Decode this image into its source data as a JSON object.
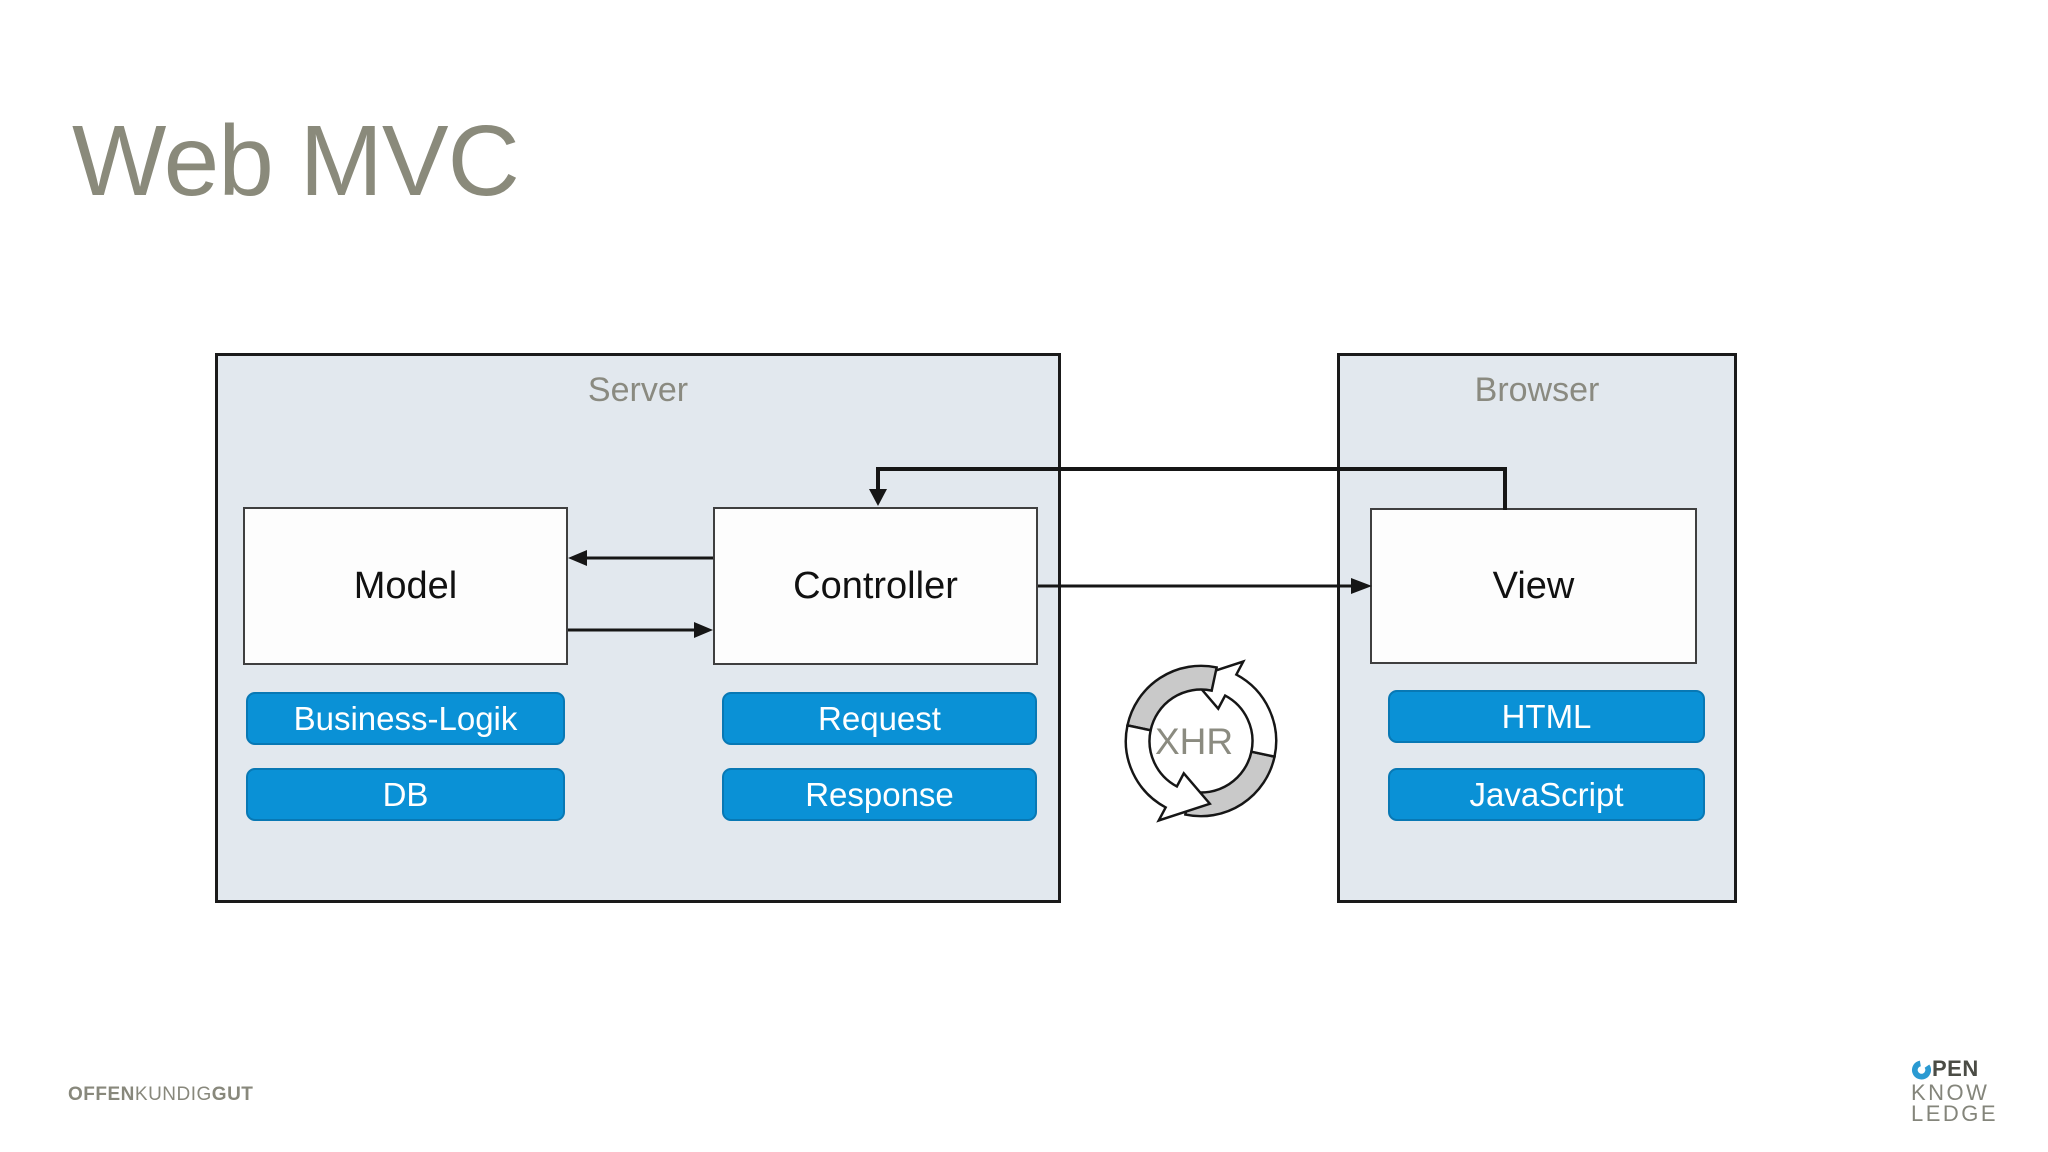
{
  "title": "Web MVC",
  "diagram": {
    "server": {
      "label": "Server",
      "model": {
        "label": "Model",
        "badges": [
          "Business-Logik",
          "DB"
        ]
      },
      "controller": {
        "label": "Controller",
        "badges": [
          "Request",
          "Response"
        ]
      }
    },
    "browser": {
      "label": "Browser",
      "view": {
        "label": "View",
        "badges": [
          "HTML",
          "JavaScript"
        ]
      }
    },
    "xhr_label": "XHR",
    "arrows": [
      "controller-to-model",
      "model-to-controller",
      "controller-to-view",
      "view-to-controller"
    ]
  },
  "footer": {
    "left_logo": {
      "part1": "OFFEN",
      "part2": "KUNDIG",
      "part3": "GUT"
    },
    "right_logo": {
      "line1_rest": "PEN",
      "line2": "KNOW",
      "line3": "LEDGE"
    }
  },
  "colors": {
    "accent_blue": "#0a91d6",
    "accent_blue_border": "#0878b4",
    "container_bg": "#e2e8ee",
    "container_border": "#1a1a1a",
    "muted_text": "#8a8a80",
    "title_text": "#8a8a7b",
    "arrow_black": "#161616",
    "cycle_band_gray": "#c9c9c9",
    "logo_blue": "#2a9ad2",
    "logo_dark": "#4b4c45"
  }
}
